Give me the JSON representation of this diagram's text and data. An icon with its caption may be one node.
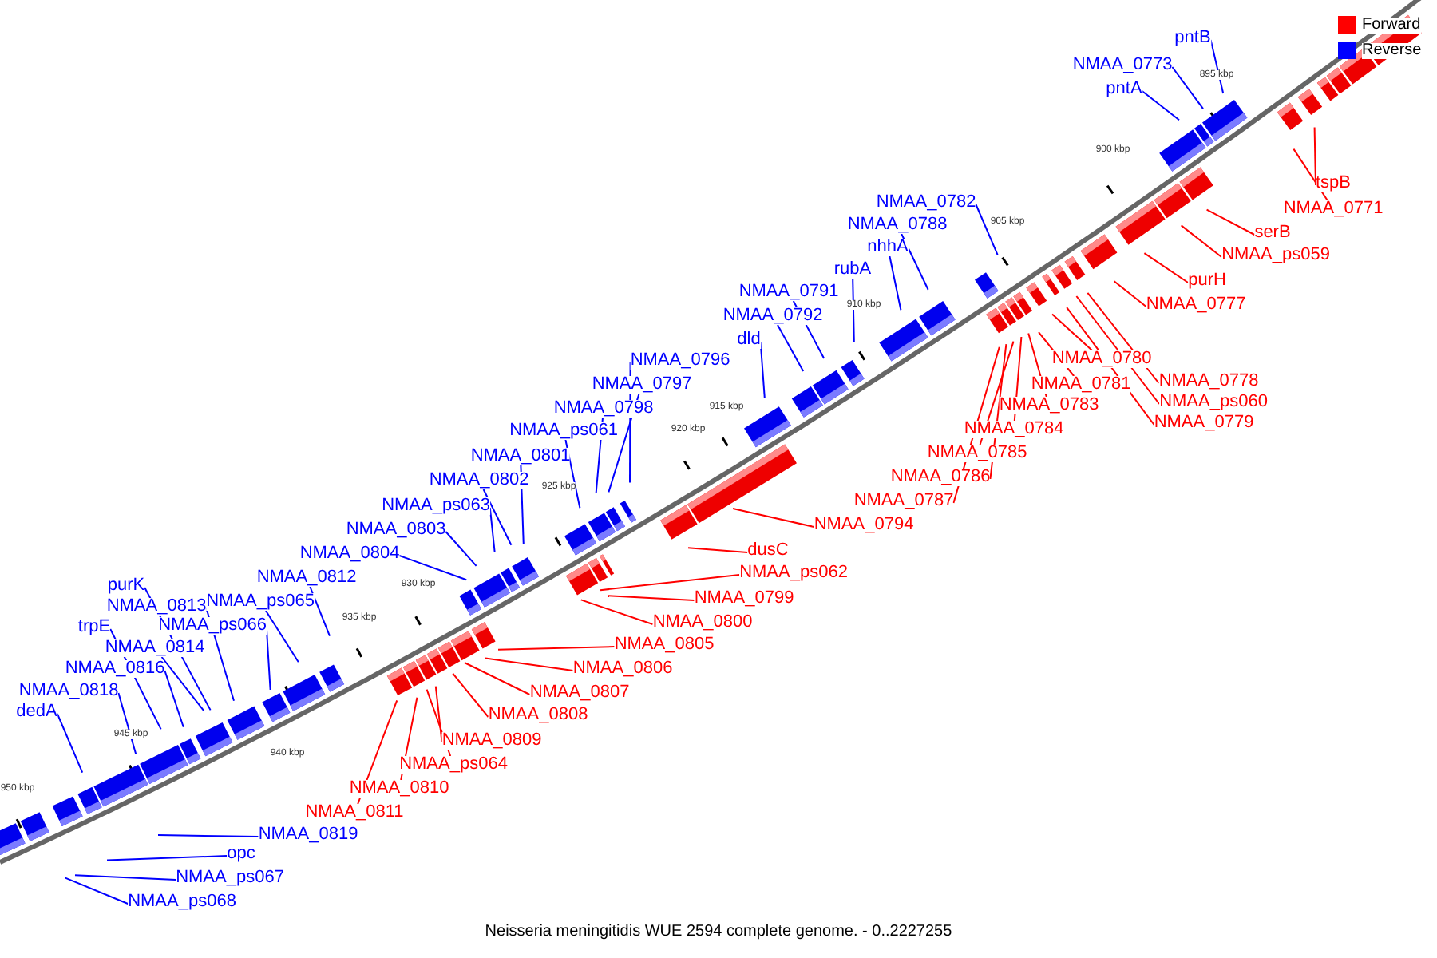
{
  "diagram": {
    "caption": "Neisseria meningitidis WUE 2594 complete genome. - 0..2227255",
    "nodes": [
      {
        "text": [
          "pntB"
        ]
      },
      {
        "text": [
          "NMAA_0773"
        ]
      },
      {
        "text": [
          "pntA"
        ]
      },
      {
        "text": [
          "NMAA_0782"
        ]
      },
      {
        "text": [
          "NMAA_0788"
        ]
      },
      {
        "text": [
          "nhhA"
        ]
      },
      {
        "text": [
          "rubA"
        ]
      },
      {
        "text": [
          "NMAA_0791"
        ]
      },
      {
        "text": [
          "NMAA_0792"
        ]
      },
      {
        "text": [
          "dld"
        ]
      },
      {
        "text": [
          "NMAA_0796"
        ]
      },
      {
        "text": [
          "NMAA_0797"
        ]
      },
      {
        "text": [
          "NMAA_0798"
        ]
      },
      {
        "text": [
          "NMAA_ps061"
        ]
      },
      {
        "text": [
          "NMAA_0801"
        ]
      },
      {
        "text": [
          "NMAA_0802"
        ]
      },
      {
        "text": [
          "NMAA_ps063"
        ]
      },
      {
        "text": [
          "NMAA_0803"
        ]
      },
      {
        "text": [
          "NMAA_0804"
        ]
      },
      {
        "text": [
          "NMAA_0812"
        ]
      },
      {
        "text": [
          "NMAA_ps065"
        ]
      },
      {
        "text": [
          "purK"
        ]
      },
      {
        "text": [
          "NMAA_0813"
        ]
      },
      {
        "text": [
          "NMAA_ps066"
        ]
      },
      {
        "text": [
          "trpE"
        ]
      },
      {
        "text": [
          "NMAA_0814"
        ]
      },
      {
        "text": [
          "NMAA_0816"
        ]
      },
      {
        "text": [
          "NMAA_0818"
        ]
      },
      {
        "text": [
          "dedA"
        ]
      },
      {
        "text": [
          "NMAA_0819"
        ]
      },
      {
        "text": [
          "opc"
        ]
      },
      {
        "text": [
          "NMAA_ps067"
        ]
      },
      {
        "text": [
          "NMAA_ps068"
        ]
      },
      {
        "text": [
          "tspB"
        ]
      },
      {
        "text": [
          "NMAA_0771"
        ]
      },
      {
        "text": [
          "serB"
        ]
      },
      {
        "text": [
          "NMAA_ps059"
        ]
      },
      {
        "text": [
          "purH"
        ]
      },
      {
        "text": [
          "NMAA_0777"
        ]
      },
      {
        "text": [
          "NMAA_0780"
        ]
      },
      {
        "text": [
          "NMAA_0778"
        ]
      },
      {
        "text": [
          "NMAA_ps060"
        ]
      },
      {
        "text": [
          "NMAA_0779"
        ]
      },
      {
        "text": [
          "NMAA_0781"
        ]
      },
      {
        "text": [
          "NMAA_0783"
        ]
      },
      {
        "text": [
          "NMAA_0784"
        ]
      },
      {
        "text": [
          "NMAA_0785"
        ]
      },
      {
        "text": [
          "NMAA_0786"
        ]
      },
      {
        "text": [
          "NMAA_0787"
        ]
      },
      {
        "text": [
          "NMAA_0794"
        ]
      },
      {
        "text": [
          "dusC"
        ]
      },
      {
        "text": [
          "NMAA_ps062"
        ]
      },
      {
        "text": [
          "NMAA_0799"
        ]
      },
      {
        "text": [
          "NMAA_0800"
        ]
      },
      {
        "text": [
          "NMAA_0805"
        ]
      },
      {
        "text": [
          "NMAA_0806"
        ]
      },
      {
        "text": [
          "NMAA_0807"
        ]
      },
      {
        "text": [
          "NMAA_0808"
        ]
      },
      {
        "text": [
          "NMAA_0809"
        ]
      },
      {
        "text": [
          "NMAA_ps064"
        ]
      },
      {
        "text": [
          "NMAA_0810"
        ]
      },
      {
        "text": [
          "NMAA_0811"
        ]
      }
    ],
    "edges": [
      {
        "from": 0,
        "to": null,
        "arrow": "none"
      },
      {
        "from": 1,
        "to": null,
        "arrow": "none"
      },
      {
        "from": 2,
        "to": null,
        "arrow": "none"
      },
      {
        "from": 3,
        "to": null,
        "arrow": "none"
      },
      {
        "from": 4,
        "to": null,
        "arrow": "none"
      },
      {
        "from": 5,
        "to": null,
        "arrow": "none"
      },
      {
        "from": 6,
        "to": null,
        "arrow": "none"
      },
      {
        "from": 7,
        "to": null,
        "arrow": "none"
      },
      {
        "from": 8,
        "to": null,
        "arrow": "none"
      },
      {
        "from": 9,
        "to": null,
        "arrow": "none"
      },
      {
        "from": 10,
        "to": null,
        "arrow": "none"
      },
      {
        "from": 11,
        "to": null,
        "arrow": "none"
      },
      {
        "from": 12,
        "to": null,
        "arrow": "none"
      },
      {
        "from": 13,
        "to": null,
        "arrow": "none"
      },
      {
        "from": 14,
        "to": null,
        "arrow": "none"
      },
      {
        "from": 15,
        "to": null,
        "arrow": "none"
      },
      {
        "from": 16,
        "to": null,
        "arrow": "none"
      },
      {
        "from": 17,
        "to": null,
        "arrow": "none"
      },
      {
        "from": 18,
        "to": null,
        "arrow": "none"
      },
      {
        "from": 19,
        "to": null,
        "arrow": "none"
      },
      {
        "from": 20,
        "to": null,
        "arrow": "none"
      },
      {
        "from": 21,
        "to": null,
        "arrow": "none"
      },
      {
        "from": 22,
        "to": null,
        "arrow": "none"
      },
      {
        "from": 23,
        "to": null,
        "arrow": "none"
      },
      {
        "from": 24,
        "to": null,
        "arrow": "none"
      },
      {
        "from": 25,
        "to": null,
        "arrow": "none"
      },
      {
        "from": 26,
        "to": null,
        "arrow": "none"
      },
      {
        "from": 27,
        "to": null,
        "arrow": "none"
      },
      {
        "from": 28,
        "to": null,
        "arrow": "none"
      },
      {
        "from": 29,
        "to": null,
        "arrow": "none"
      },
      {
        "from": 30,
        "to": null,
        "arrow": "none"
      },
      {
        "from": 31,
        "to": null,
        "arrow": "none"
      },
      {
        "from": 32,
        "to": null,
        "arrow": "none"
      },
      {
        "from": 33,
        "to": null,
        "arrow": "none",
        "color": "#ff0000"
      },
      {
        "from": 34,
        "to": null,
        "arrow": "none",
        "color": "#ff0000"
      },
      {
        "from": 35,
        "to": null,
        "arrow": "none",
        "color": "#ff0000"
      },
      {
        "from": 36,
        "to": null,
        "arrow": "none",
        "color": "#ff0000"
      },
      {
        "from": 37,
        "to": null,
        "arrow": "none",
        "color": "#ff0000"
      },
      {
        "from": 38,
        "to": null,
        "arrow": "none",
        "color": "#ff0000"
      },
      {
        "from": 39,
        "to": null,
        "arrow": "none",
        "color": "#ff0000"
      },
      {
        "from": 40,
        "to": null,
        "arrow": "none",
        "color": "#ff0000"
      },
      {
        "from": 41,
        "to": null,
        "arrow": "none",
        "color": "#ff0000"
      },
      {
        "from": 42,
        "to": null,
        "arrow": "none",
        "color": "#ff0000"
      },
      {
        "from": 43,
        "to": null,
        "arrow": "none",
        "color": "#ff0000"
      },
      {
        "from": 44,
        "to": null,
        "arrow": "none",
        "color": "#ff0000"
      },
      {
        "from": 45,
        "to": null,
        "arrow": "none",
        "color": "#ff0000"
      },
      {
        "from": 46,
        "to": null,
        "arrow": "none",
        "color": "#ff0000"
      },
      {
        "from": 47,
        "to": null,
        "arrow": "none",
        "color": "#ff0000"
      },
      {
        "from": 48,
        "to": null,
        "arrow": "none",
        "color": "#ff0000"
      },
      {
        "from": 49,
        "to": null,
        "arrow": "none",
        "color": "#ff0000"
      },
      {
        "from": 50,
        "to": null,
        "arrow": "none",
        "color": "#ff0000"
      },
      {
        "from": 51,
        "to": null,
        "arrow": "none",
        "color": "#ff0000"
      },
      {
        "from": 52,
        "to": null,
        "arrow": "none",
        "color": "#ff0000"
      },
      {
        "from": 53,
        "to": null,
        "arrow": "none",
        "color": "#ff0000"
      },
      {
        "from": 54,
        "to": null,
        "arrow": "none",
        "color": "#ff0000"
      },
      {
        "from": 55,
        "to": null,
        "arrow": "none",
        "color": "#ff0000"
      },
      {
        "from": 56,
        "to": null,
        "arrow": "none",
        "color": "#ff0000"
      },
      {
        "from": 57,
        "to": null,
        "arrow": "none",
        "color": "#ff0000"
      },
      {
        "from": 58,
        "to": null,
        "arrow": "none",
        "color": "#ff0000"
      },
      {
        "from": 59,
        "to": null,
        "arrow": "none",
        "color": "#ff0000"
      },
      {
        "from": 60,
        "to": null,
        "arrow": "none",
        "color": "#ff0000"
      },
      {
        "from": 61,
        "to": null,
        "arrow": "none",
        "color": "#ff0000"
      }
    ],
    "labels": [
      "895 kbp",
      "900 kbp",
      "905 kbp",
      "910 kbp",
      "915 kbp",
      "920 kbp",
      "925 kbp",
      "930 kbp",
      "935 kbp",
      "940 kbp",
      "945 kbp",
      "950 kbp"
    ],
    "legend": [
      {
        "text": "Forward",
        "color": "#ff0000"
      },
      {
        "text": "Reverse",
        "color": "#0000ff"
      }
    ]
  }
}
